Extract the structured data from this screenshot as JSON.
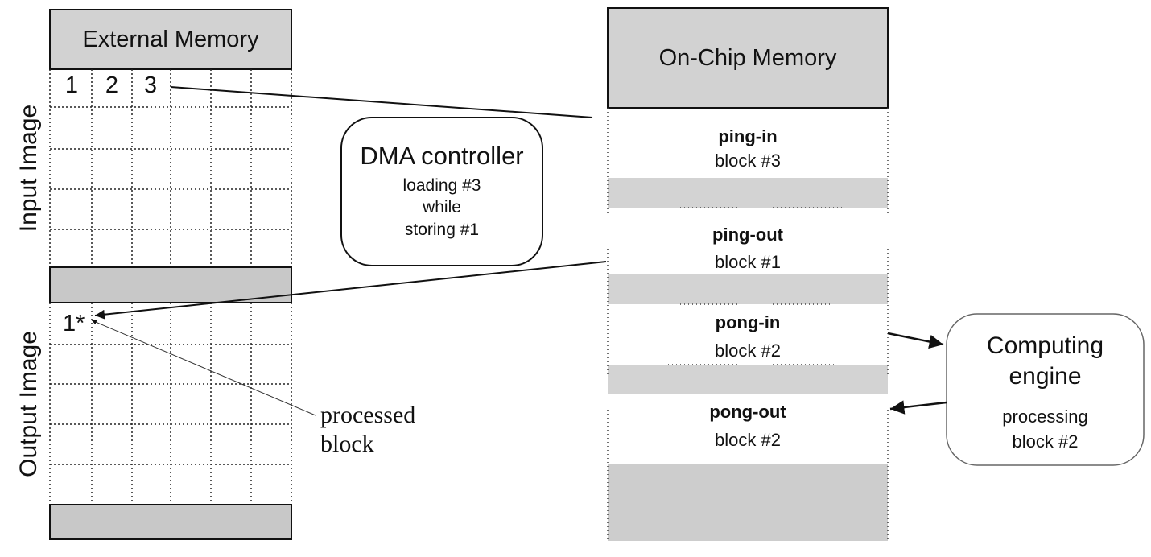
{
  "external_memory": {
    "title": "External Memory",
    "input_label": "Input Image",
    "output_label": "Output Image",
    "input_cells": [
      "1",
      "2",
      "3"
    ],
    "output_cell": "1*"
  },
  "onchip_memory": {
    "title": "On-Chip Memory",
    "buffers": [
      {
        "name": "ping-in",
        "block": "block #3"
      },
      {
        "name": "ping-out",
        "block": "block #1"
      },
      {
        "name": "pong-in",
        "block": "block #2"
      },
      {
        "name": "pong-out",
        "block": "block #2"
      }
    ]
  },
  "dma": {
    "title": "DMA controller",
    "lines": [
      "loading #3",
      "while",
      "storing #1"
    ]
  },
  "engine": {
    "title_1": "Computing",
    "title_2": "engine",
    "lines": [
      "processing",
      "block #2"
    ]
  },
  "annotation": {
    "line_1": "processed",
    "line_2": "block"
  }
}
